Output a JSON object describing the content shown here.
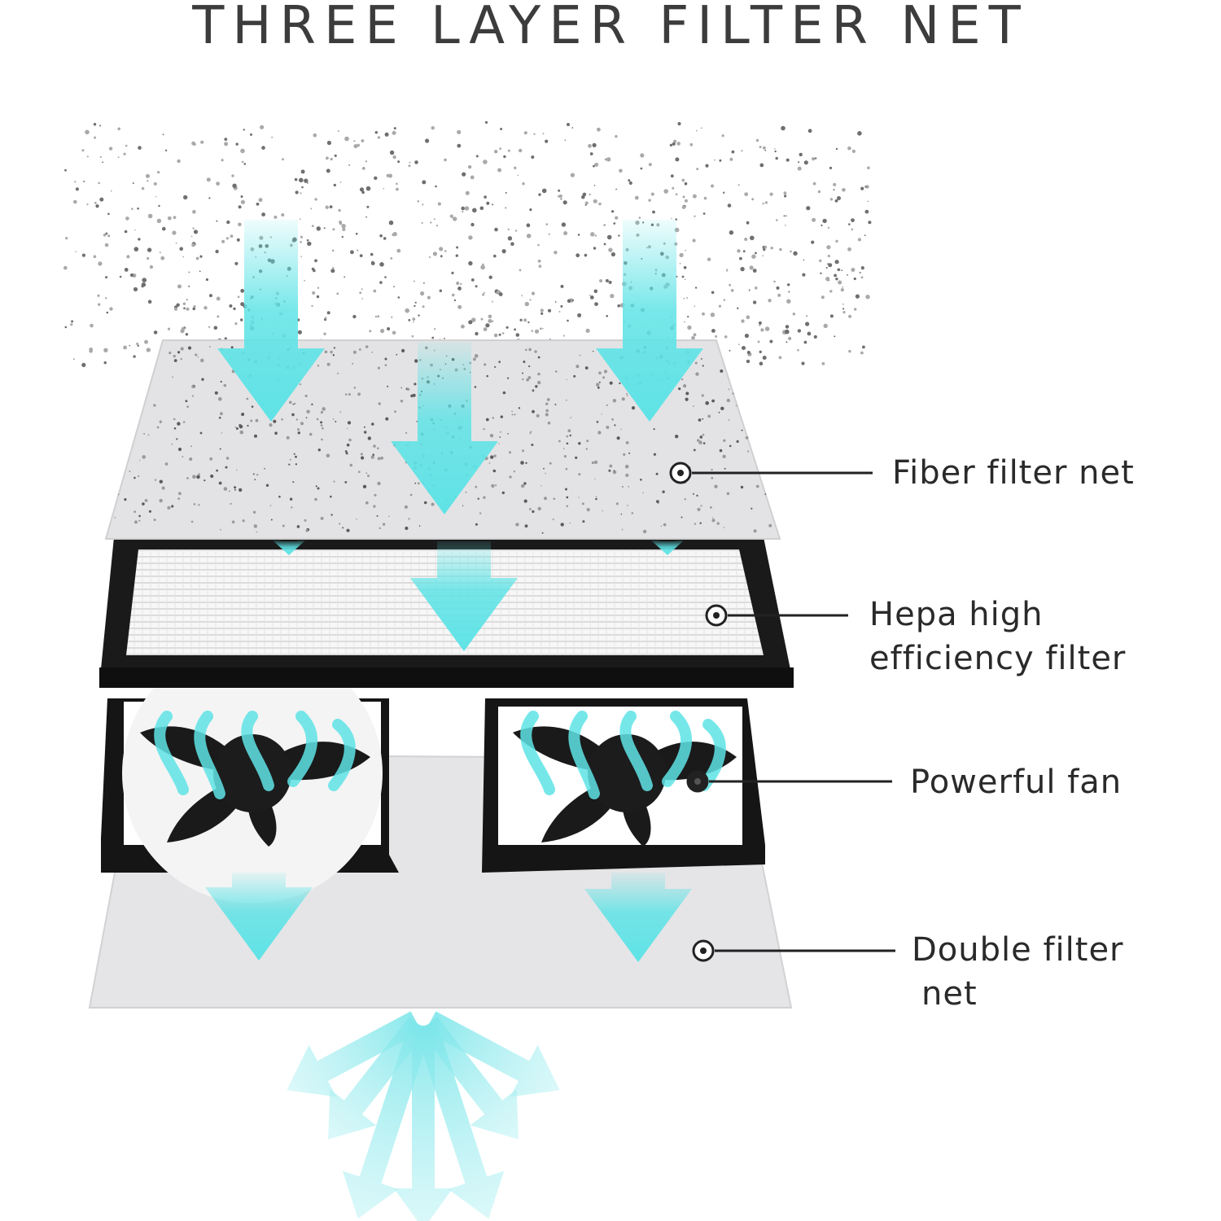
{
  "title": "THREE LAYER FILTER NET",
  "labels": {
    "fiber": "Fiber filter net",
    "hepa_line1": "Hepa high",
    "hepa_line2": "efficiency filter",
    "fan": "Powerful fan",
    "double_line1": "Double filter",
    "double_line2": "net"
  },
  "colors": {
    "arrow": "#5fe3e6",
    "filter_sheet": "#e4e4e6",
    "frame": "#1c1c1c",
    "text": "#2a2a2a"
  }
}
